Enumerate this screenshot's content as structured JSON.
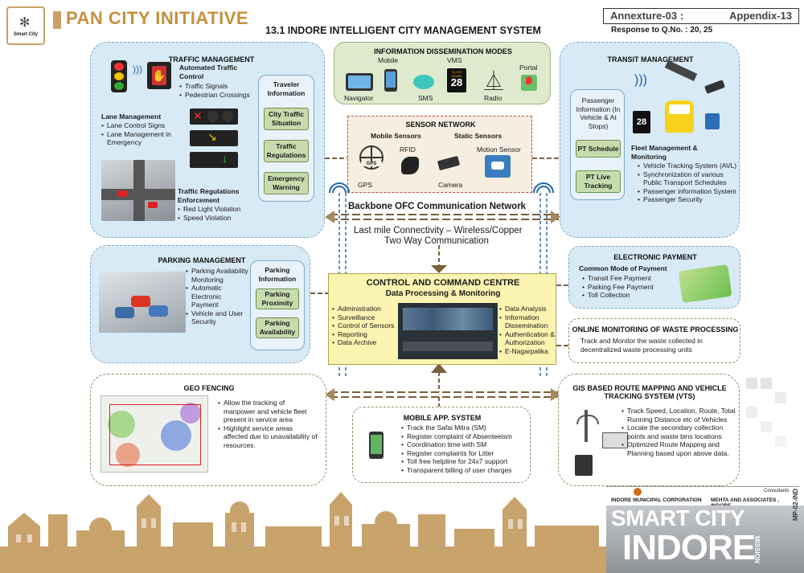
{
  "header": {
    "logo_text": "Smart City",
    "initiative": "PAN CITY INITIATIVE",
    "main_title": "13.1 INDORE INTELLIGENT CITY MANAGEMENT SYSTEM",
    "annexure": "Annexture-03 :",
    "appendix": "Appendix-13",
    "response": "Response to Q.No. : 20, 25"
  },
  "traffic": {
    "title": "TRAFFIC MANAGEMENT",
    "auto_control": "Automated Traffic Control",
    "auto_items": [
      "Traffic Signals",
      "Pedestrian Crossings"
    ],
    "lane_title": "Lane Management",
    "lane_items": [
      "Lane Control Signs",
      "Lane Management in Emergency"
    ],
    "enforce_title": "Traffic Regulations Enforcement",
    "enforce_items": [
      "Red Light Violation",
      "Speed Violation"
    ],
    "traveler_title": "Traveler Information",
    "traveler_buttons": [
      "City Traffic Situation",
      "Traffic Regulations",
      "Emergency Warning"
    ]
  },
  "dissemination": {
    "title": "INFORMATION DISSEMINATION MODES",
    "mobile": "Mobile",
    "vms": "VMS",
    "portal": "Portal",
    "navigator": "Navigator",
    "sms": "SMS",
    "radio": "Radio",
    "vms_panel_top": "SLOW DOWN",
    "vms_panel_num": "28"
  },
  "sensor": {
    "title": "SENSOR NETWORK",
    "mobile_sensors": "Mobile Sensors",
    "static_sensors": "Static Sensors",
    "rfid": "RFID",
    "motion": "Motion Sensor",
    "gps_icon_label": "GPS",
    "gps": "GPS",
    "camera": "Camera"
  },
  "transit": {
    "title": "TRANSIT MANAGEMENT",
    "passenger_info": "Passenger Information (In Vehicle & At Stops)",
    "buttons": [
      "PT Schedule",
      "PT Live Tracking"
    ],
    "fleet_title": "Fleet Management & Monitoring",
    "fleet_items": [
      "Vehicle Tracking System (AVL)",
      "Synchronization of various Public Transport Schedules",
      "Passenger information System",
      "Passenger Security"
    ],
    "panel_num": "28"
  },
  "backbone": {
    "title": "Backbone OFC Communication Network",
    "line1": "Last mile Connectivity – Wireless/Copper",
    "line2": "Two Way Communication"
  },
  "parking": {
    "title": "PARKING MANAGEMENT",
    "items": [
      "Parking Availability Monitoring",
      "Automatic Electronic Payment",
      "Vehicle and User Security"
    ],
    "info_title": "Parking Information",
    "buttons": [
      "Parking Proximity",
      "Parking Availability"
    ]
  },
  "command": {
    "title": "CONTROL AND COMMAND CENTRE",
    "subtitle": "Data Processing & Monitoring",
    "left_items": [
      "Administration",
      "Surveillance",
      "Control of Sensors",
      "Reporting",
      "Data Archive"
    ],
    "right_items": [
      "Data Analysis",
      "Information Dissemination",
      "Authentication & Authorization",
      "E-Nagarpalika"
    ]
  },
  "epayment": {
    "title": "ELECTRONIC PAYMENT",
    "subtitle": "Common Mode of Payment",
    "items": [
      "Transit Fee Payment",
      "Parking Fee Payment",
      "Toll Collection"
    ]
  },
  "waste": {
    "title": "ONLINE MONITORING OF WASTE PROCESSING",
    "text": "Track and Monitor the waste collected in decentralized waste processing units"
  },
  "geofencing": {
    "title": "GEO FENCING",
    "items": [
      "Allow the tracking of manpower and vehicle fleet present in service area",
      "Highlight service areas affected due to unavailability of resources."
    ]
  },
  "mobileapp": {
    "title": "MOBILE APP. SYSTEM",
    "items": [
      "Track the Safai Mitra (SM)",
      "Register complaint of Absenteeism",
      "Coordination time with SM",
      "Register complaints for Litter",
      "Toll free helpline for 24x7 support",
      "Transparent billing of user charges"
    ]
  },
  "gis": {
    "title": "GIS BASED ROUTE MAPPING AND VEHICLE TRACKING SYSTEM (VTS)",
    "items": [
      "Track Speed, Location, Route, Total Running Distance etc of Vehicles",
      "Locate the secondary collection points and waste bins locations",
      "Optimized Route Mapping and Planning based upon above data."
    ]
  },
  "footer": {
    "corporation": "INDORE MUNICIPAL CORPORATION",
    "consultant_label": "Consultants",
    "consultant": "MEHTA AND ASSOCIATES , INDORE",
    "smart_city": "SMART CITY",
    "indore": "INDORE",
    "mission": "MISSION",
    "code": "MP-02-IND"
  },
  "colors": {
    "blue_panel": "#d8eaf6",
    "green_panel": "#dfe9cd",
    "yellow_panel": "#fbf3b0",
    "arrow": "#7a5f3a",
    "skyline": "#c9a36c"
  }
}
